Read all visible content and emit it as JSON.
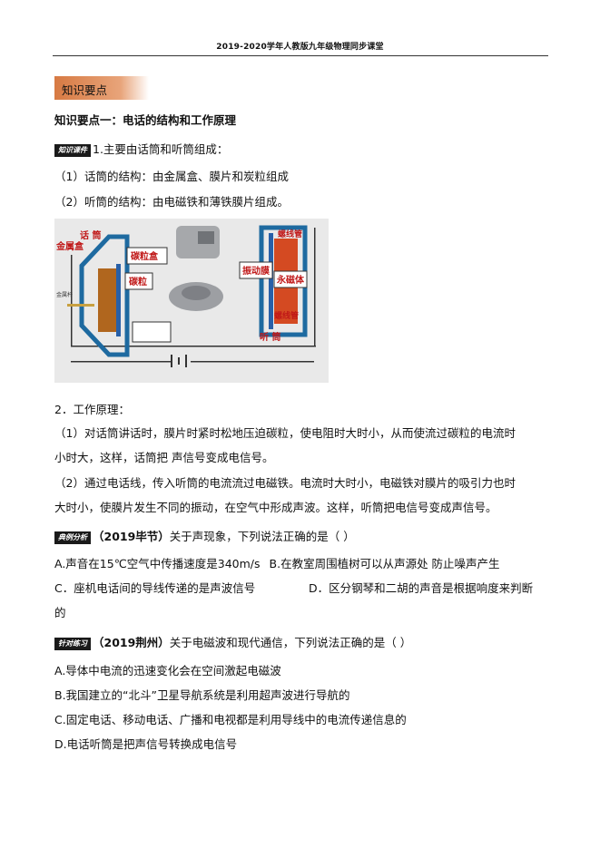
{
  "header": {
    "title": "2019-2020学年人教版九年级物理同步课堂"
  },
  "section_tag": "知识要点",
  "point_title": "知识要点一：电话的结构和工作原理",
  "knowledge_stamp": "知识课件",
  "item1_title": "1.主要由话筒和听筒组成：",
  "item1_sub1": "（1）话筒的结构：由金属盒、膜片和炭粒组成",
  "item1_sub2": "（2）听筒的结构：由电磁铁和薄铁膜片组成。",
  "figure": {
    "labels": {
      "mic": "话 筒",
      "metal_box": "金属盒",
      "carbon_box": "碳粒盒",
      "carbon": "碳粒",
      "metal_rod": "金属杆",
      "diaphragm": "振动膜",
      "magnet": "永磁体",
      "coil_top": "螺线管",
      "coil_bottom": "螺线管",
      "receiver": "听 筒"
    }
  },
  "item2_title": "2．工作原理：",
  "item2_p1_l1": "（1）对话筒讲话时，膜片时紧时松地压迫碳粒，使电阻时大时小，从而使流过碳粒的电流时",
  "item2_p1_l2": "小时大，这样，话筒把  声信号变成电信号。",
  "item2_p2_l1": "（2）通过电话线，传入听筒的电流流过电磁铁。电流时大时小，电磁铁对膜片的吸引力也时",
  "item2_p2_l2": "大时小，使膜片发生不同的振动，在空气中形成声波。这样，听筒把电信号变成声信号。",
  "example": {
    "stamp": "典例分析",
    "source": "（2019毕节）",
    "question": "关于声现象，下列说法正确的是（          ）",
    "optA": "A.声音在15℃空气中传播速度是340m/s",
    "optB": "B.在教室周围植树可以从声源处  防止噪声产生",
    "optC": "C．座机电话间的导线传递的是声波信号",
    "optD": "D．区分钢琴和二胡的声音是根据响度来判断",
    "optD_cont": "的"
  },
  "practice": {
    "stamp": "针对练习",
    "source": "（2019荆州）",
    "question": "关于电磁波和现代通信，下列说法正确的是（    ）",
    "optA": "A.导体中电流的迅速变化会在空间激起电磁波",
    "optB": "B.我国建立的“北斗”卫星导航系统是利用超声波进行导航的",
    "optC": "C.固定电话、移动电话、广播和电视都是利用导线中的电流传递信息的",
    "optD": "D.电话听筒是把声信号转换成电信号"
  }
}
